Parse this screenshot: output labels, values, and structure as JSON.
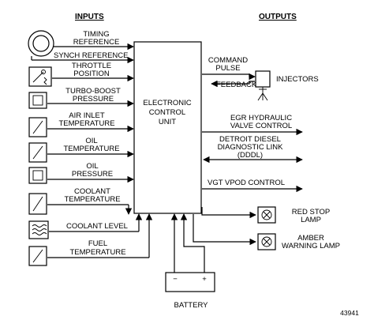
{
  "headers": {
    "inputs": "INPUTS",
    "outputs": "OUTPUTS"
  },
  "ecu": {
    "line1": "ELECTRONIC",
    "line2": "CONTROL",
    "line3": "UNIT"
  },
  "inputs": {
    "timing_line1": "TIMING",
    "timing_line2": "REFERENCE",
    "synch": "SYNCH REFERENCE",
    "throttle_line1": "THROTTLE",
    "throttle_line2": "POSITION",
    "turbo_line1": "TURBO-BOOST",
    "turbo_line2": "PRESSURE",
    "air_line1": "AIR INLET",
    "air_line2": "TEMPERATURE",
    "oiltemp_line1": "OIL",
    "oiltemp_line2": "TEMPERATURE",
    "oilpress_line1": "OIL",
    "oilpress_line2": "PRESSURE",
    "coolanttemp_line1": "COOLANT",
    "coolanttemp_line2": "TEMPERATURE",
    "coolantlevel": "COOLANT LEVEL",
    "fuel_line1": "FUEL",
    "fuel_line2": "TEMPERATURE"
  },
  "outputs": {
    "command_line1": "COMMAND",
    "command_line2": "PULSE",
    "feedback": "FEEDBACK",
    "injectors": "INJECTORS",
    "egr_line1": "EGR HYDRAULIC",
    "egr_line2": "VALVE CONTROL",
    "dddl_line1": "DETROIT DIESEL",
    "dddl_line2": "DIAGNOSTIC LINK",
    "dddl_line3": "(DDDL)",
    "vgt": "VGT VPOD CONTROL",
    "redstop_line1": "RED STOP",
    "redstop_line2": "LAMP",
    "amber_line1": "AMBER",
    "amber_line2": "WARNING LAMP"
  },
  "battery": {
    "label": "BATTERY",
    "minus": "−",
    "plus": "+"
  },
  "figure_number": "43941"
}
